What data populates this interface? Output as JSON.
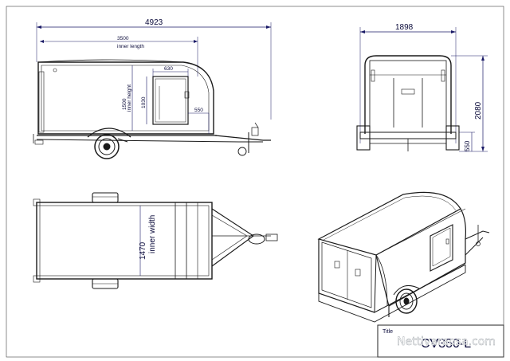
{
  "side_view": {
    "overall_length": "4923",
    "inner_length_value": "3500",
    "inner_length_label": "inner length",
    "door_width": "630",
    "inner_height_value": "1500",
    "inner_height_label": "inner height",
    "door_height": "1030",
    "door_offset": "550"
  },
  "rear_view": {
    "overall_width": "1898",
    "overall_height": "2080",
    "floor_height": "550"
  },
  "top_view": {
    "inner_width_value": "1470",
    "inner_width_label": "inner width"
  },
  "title_block": {
    "label": "Title",
    "value": "CV350-L"
  },
  "watermark": "Nettivaraosa.com",
  "colors": {
    "line": "#1a1a1a",
    "dimension": "#1a1a66",
    "border": "#222222"
  }
}
